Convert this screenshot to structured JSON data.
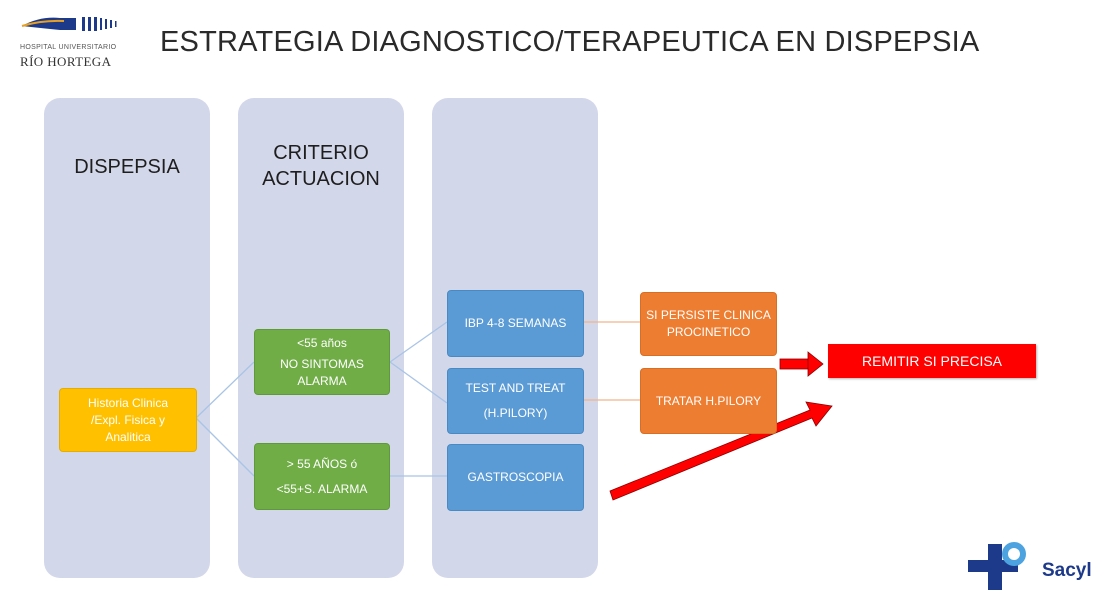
{
  "header": {
    "title": "ESTRATEGIA DIAGNOSTICO/TERAPEUTICA EN DISPEPSIA",
    "logo_hospital": "HOSPITAL UNIVERSITARIO",
    "logo_name": "RÍO HORTEGA"
  },
  "columns": {
    "col1_title": "DISPEPSIA",
    "col2_title_line1": "CRITERIO",
    "col2_title_line2": "ACTUACION"
  },
  "boxes": {
    "historia": [
      "Historia Clinica",
      "/Expl. Fisica y",
      "Analitica"
    ],
    "menor55": [
      "<55 años",
      "NO SINTOMAS",
      "ALARMA"
    ],
    "mayor55": [
      "> 55 AÑOS ó",
      "<55+S. ALARMA"
    ],
    "ibp": "IBP 4-8 SEMANAS",
    "test_treat": [
      "TEST AND TREAT",
      "(H.PILORY)"
    ],
    "gastroscopia": "GASTROSCOPIA",
    "persiste": [
      "SI PERSISTE CLINICA",
      "PROCINETICO"
    ],
    "tratar": "TRATAR H.PILORY",
    "remitir": "REMITIR SI PRECISA"
  },
  "footer": {
    "sacyl": "Sacyl"
  },
  "colors": {
    "column_bg": "#d3d7ea",
    "yellow": "#ffc000",
    "green": "#70ad47",
    "blue": "#5b9bd5",
    "orange": "#ed7d31",
    "red": "#ff0000",
    "sacyl_blue": "#1d3a8a",
    "connector": "#a9c4e6"
  }
}
